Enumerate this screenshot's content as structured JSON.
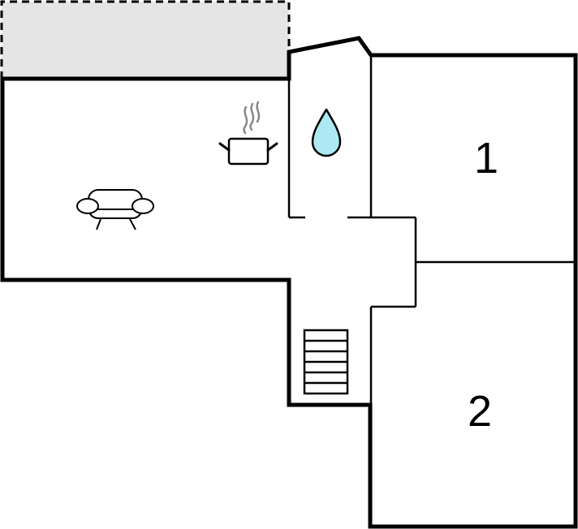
{
  "floorplan": {
    "rooms": [
      {
        "id": "bedroom-1",
        "label": "1"
      },
      {
        "id": "bedroom-2",
        "label": "2"
      }
    ],
    "icons": [
      {
        "name": "sofa-icon"
      },
      {
        "name": "cooking-pot-icon"
      },
      {
        "name": "water-drop-icon"
      },
      {
        "name": "stairs-icon"
      }
    ],
    "terrace": {
      "style": "dashed"
    },
    "colors": {
      "wall": "#000000",
      "terrace_fill": "#e5e5e5",
      "water_drop": "#aee9f3",
      "steam": "#888888"
    }
  }
}
